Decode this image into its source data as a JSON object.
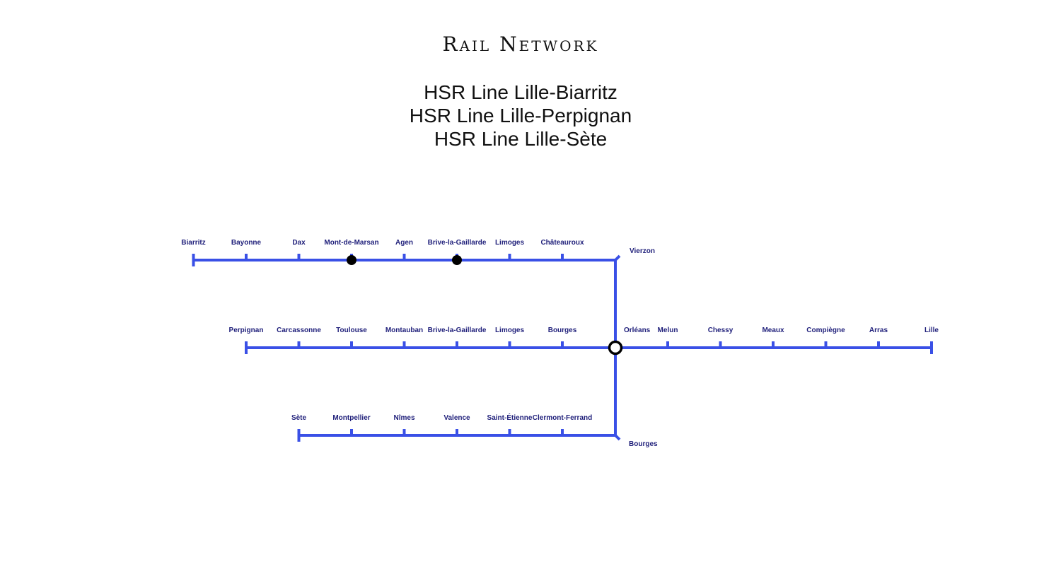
{
  "title": "Rail Network",
  "lines": [
    "HSR Line Lille-Biarritz",
    "HSR Line Lille-Perpignan",
    "HSR Line Lille-Sète"
  ],
  "colors": {
    "track": "#3a50e6",
    "label": "#1f1f7a",
    "text": "#111111"
  },
  "branches": {
    "top": {
      "stations": [
        "Biarritz",
        "Bayonne",
        "Dax",
        "Mont-de-Marsan",
        "Agen",
        "Brive-la-Gaillarde",
        "Limoges",
        "Châteauroux"
      ],
      "major": [
        "Mont-de-Marsan",
        "Brive-la-Gaillarde"
      ],
      "junction_label": "Vierzon"
    },
    "middle": {
      "stations": [
        "Perpignan",
        "Carcassonne",
        "Toulouse",
        "Montauban",
        "Brive-la-Gaillarde",
        "Limoges",
        "Bourges"
      ],
      "hub_label": "Orléans",
      "east": [
        "Melun",
        "Chessy",
        "Meaux",
        "Compiègne",
        "Arras",
        "Lille"
      ]
    },
    "bottom": {
      "stations": [
        "Sète",
        "Montpellier",
        "Nîmes",
        "Valence",
        "Saint-Étienne",
        "Clermont-Ferrand"
      ],
      "junction_label": "Bourges"
    }
  }
}
